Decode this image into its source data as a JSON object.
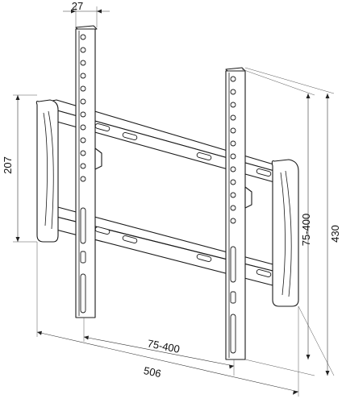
{
  "dimensions": {
    "bracket_width": "27",
    "arm_height": "207",
    "vertical_range": "75-400",
    "overall_height": "430",
    "horizontal_range": "75-400",
    "overall_width": "506"
  },
  "colors": {
    "line": "#1a1a1a",
    "background": "#ffffff"
  }
}
